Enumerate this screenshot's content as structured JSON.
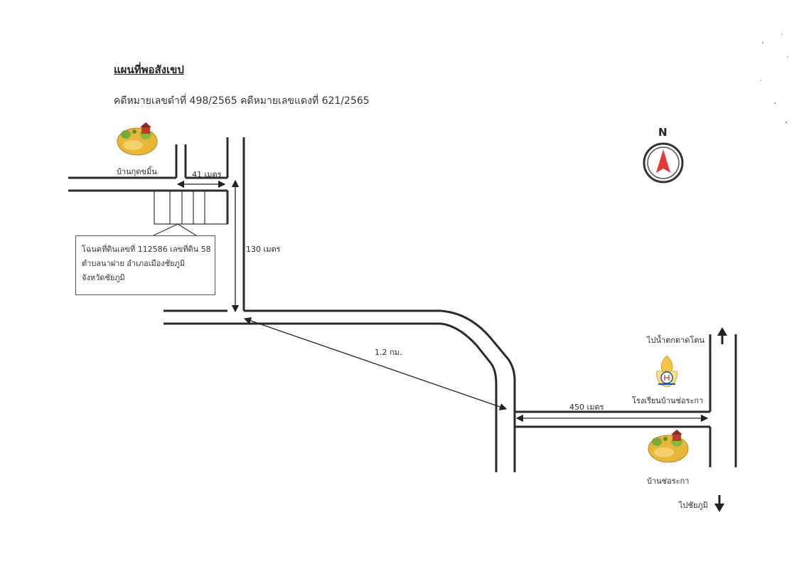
{
  "title": "แผนที่พอสังเขป",
  "case_line": "คดีหมายเลขดำที่ 498/2565 คดีหมายเลขแดงที่ 621/2565",
  "compass": {
    "letter": "N",
    "accent": "#e53935"
  },
  "places": {
    "village_kut_khamin": "บ้านกุดขมิ้น",
    "village_cho_raka": "บ้านช่อระกา",
    "school": "โรงเรียนบ้านช่อระกา"
  },
  "distances": {
    "d41": "41 เมตร",
    "d130": "130 เมตร",
    "d1_2km": "1.2 กม.",
    "d450": "450 เมตร"
  },
  "deed": {
    "line1": "โฉนดที่ดินเลขที่ 112586 เลขที่ดิน 58",
    "line2": "ตำบลนาฝาย อำเภอเมืองชัยภูมิ",
    "line3": "จังหวัดชัยภูมิ"
  },
  "directions": {
    "north": "ไปน้ำตกตาดโตน",
    "south": "ไปชัยภูมิ"
  },
  "colors": {
    "road": "#2a2a2a",
    "field": "#e8b73a",
    "grass": "#8ab83a"
  }
}
